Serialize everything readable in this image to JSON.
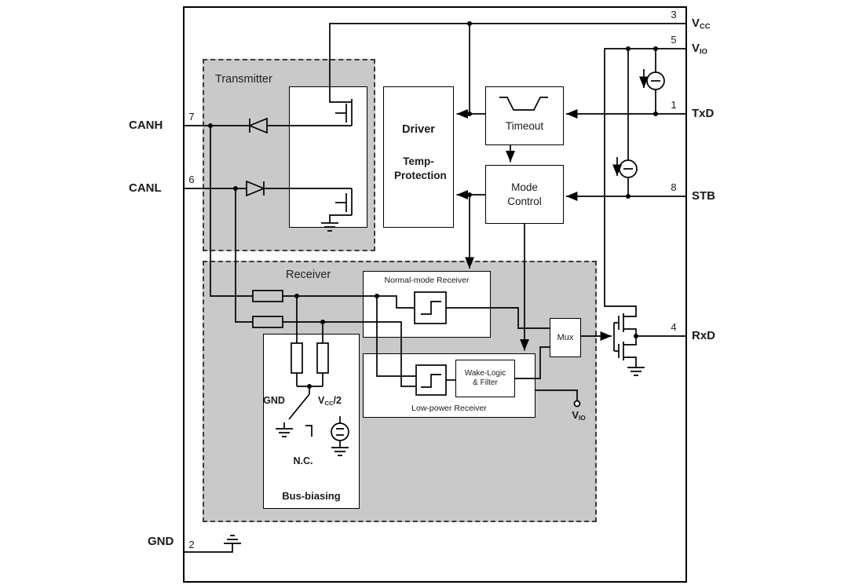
{
  "colors": {
    "region_fill": "#c9c9c9",
    "wire": "#000000",
    "block_fill": "#ffffff",
    "block_border": "#000000"
  },
  "regions": {
    "transmitter": "Transmitter",
    "receiver": "Receiver"
  },
  "blocks": {
    "driver_title": "Driver",
    "driver_sub": "Temp-Protection",
    "timeout": "Timeout",
    "mode_control": "Mode Control",
    "normal_receiver": "Normal-mode Receiver",
    "low_power_receiver": "Low-power Receiver",
    "wake_logic": "Wake-Logic & Filter",
    "mux": "Mux",
    "bus_biasing": "Bus-biasing"
  },
  "bus_bias_labels": {
    "gnd": "GND",
    "vcc_half_main": "V",
    "vcc_half_sub": "CC",
    "vcc_half_tail": "/2",
    "nc": "N.C."
  },
  "terminals": {
    "vio_main": "V",
    "vio_sub": "IO"
  },
  "pins": {
    "vcc": {
      "num": "3",
      "main": "V",
      "sub": "CC"
    },
    "vio": {
      "num": "5",
      "main": "V",
      "sub": "IO"
    },
    "txd": {
      "num": "1",
      "main": "TxD"
    },
    "stb": {
      "num": "8",
      "main": "STB"
    },
    "rxd": {
      "num": "4",
      "main": "RxD"
    },
    "canh": {
      "num": "7",
      "main": "CANH"
    },
    "canl": {
      "num": "6",
      "main": "CANL"
    },
    "gnd": {
      "num": "2",
      "main": "GND"
    }
  }
}
